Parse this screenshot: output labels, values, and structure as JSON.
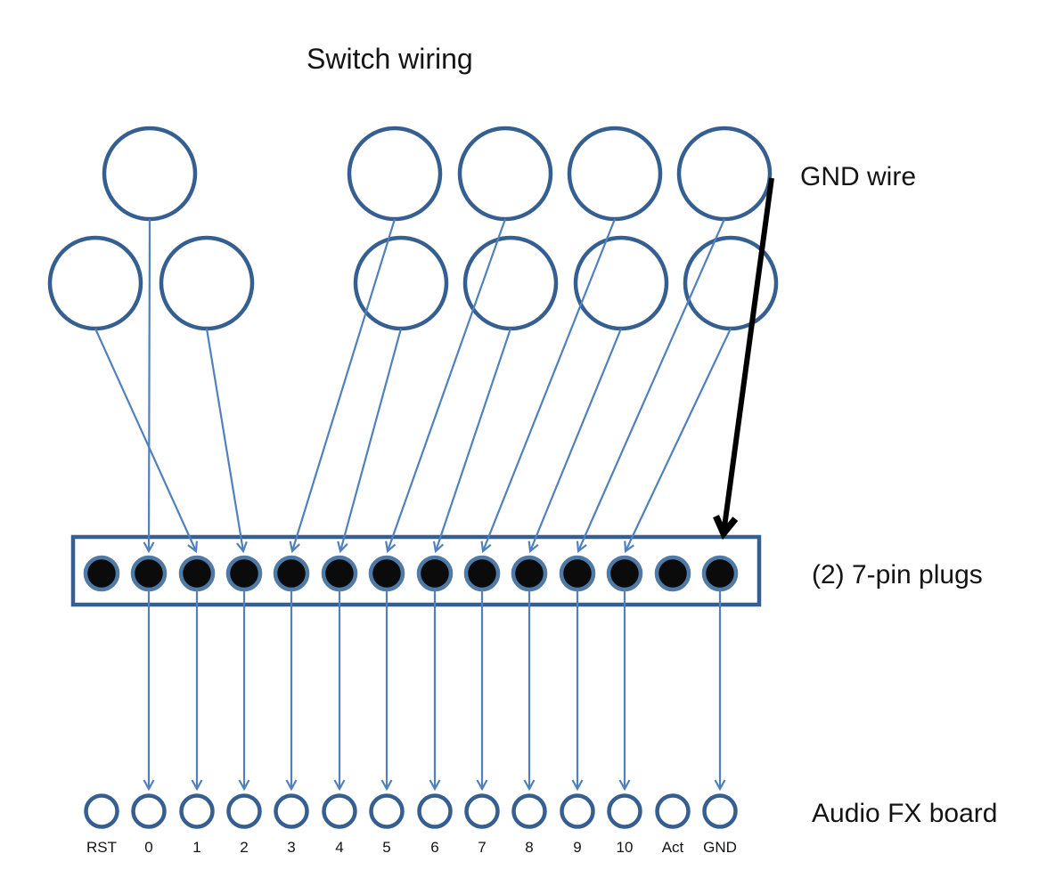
{
  "title": "Switch wiring",
  "annotations": {
    "gnd_wire": "GND wire",
    "plugs": "(2) 7-pin plugs",
    "board": "Audio FX board"
  },
  "board": {
    "pins": [
      "RST",
      "0",
      "1",
      "2",
      "3",
      "4",
      "5",
      "6",
      "7",
      "8",
      "9",
      "10",
      "Act",
      "GND"
    ]
  },
  "diagram": {
    "switch_count": 11,
    "plug_count": 14,
    "board_pin_count": 14,
    "connections": {
      "switches_to_pins": [
        "0",
        "1",
        "2",
        "3",
        "4",
        "5",
        "6",
        "7",
        "8",
        "9",
        "10"
      ],
      "gnd_wire_to_pin": "GND",
      "pins_without_arrows": [
        "RST",
        "Act"
      ]
    },
    "colors": {
      "circle_stroke": "#365f91",
      "wire_blue": "#4f81bd",
      "plug_fill": "#0b0b0b",
      "plug_ring": "#4f7aa6",
      "gnd_wire": "#000000",
      "text": "#141414"
    }
  }
}
